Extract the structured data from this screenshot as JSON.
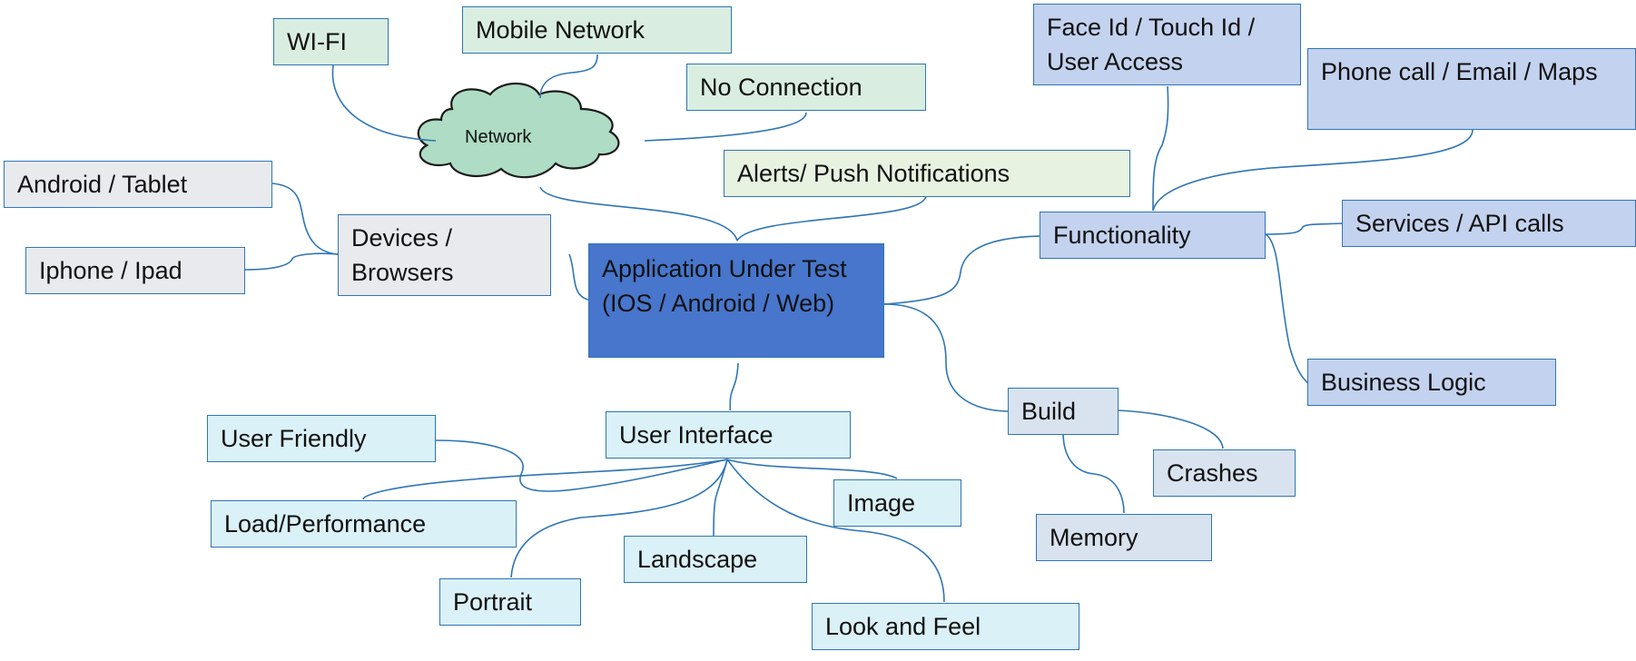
{
  "central": "Application Under Test\n(IOS / Android / Web)",
  "network": {
    "label": "Network",
    "children": [
      "WI-FI",
      "Mobile Network",
      "No Connection"
    ]
  },
  "alerts": "Alerts/ Push Notifications",
  "devices": {
    "label": "Devices /\nBrowsers",
    "children": [
      "Android / Tablet",
      "Iphone / Ipad"
    ]
  },
  "functionality": {
    "label": "Functionality",
    "children": [
      "Face Id / Touch Id /\nUser Access",
      "Phone call / Email / Maps",
      "Services / API calls",
      "Business Logic"
    ]
  },
  "build": {
    "label": "Build",
    "children": [
      "Crashes",
      "Memory"
    ]
  },
  "user_interface": {
    "label": "User Interface",
    "children": [
      "User Friendly",
      "Load/Performance",
      "Portrait",
      "Landscape",
      "Image",
      "Look and Feel"
    ]
  },
  "colors": {
    "center": "#4776cc",
    "network_cloud": "#aedcc4",
    "network_children": "#d9eee0",
    "devices": "#e8eaee",
    "functionality": "#c3d2ee",
    "user_interface": "#daf1f7",
    "build": "#d8e3ef",
    "connector": "#2e75b6"
  }
}
